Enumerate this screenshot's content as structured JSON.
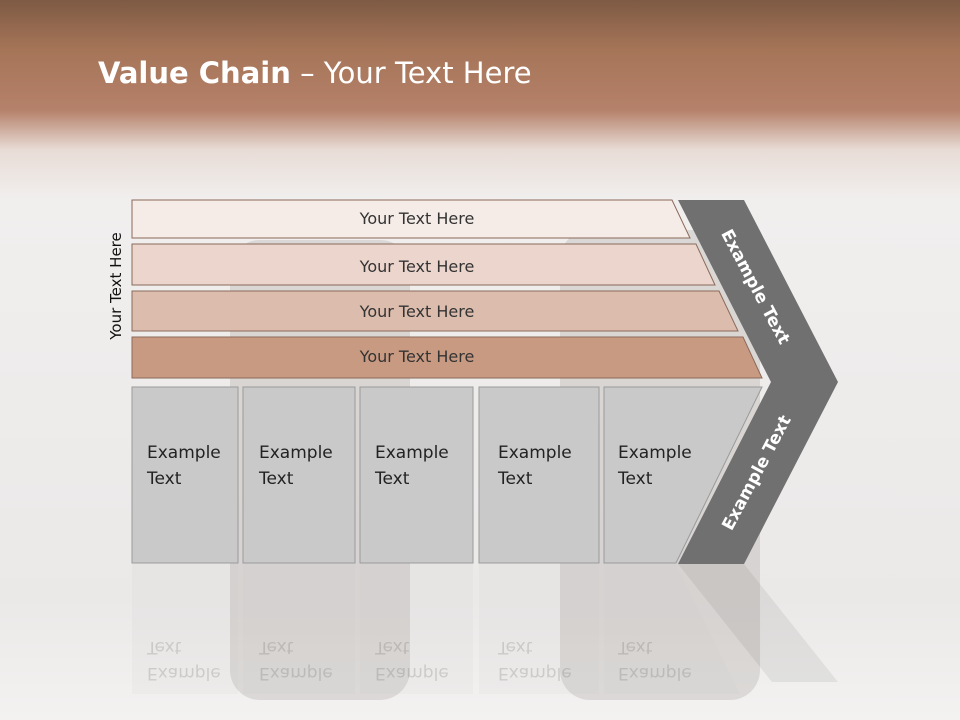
{
  "title": {
    "bold": "Value Chain",
    "rest": " – Your Text Here"
  },
  "vertical_label": "Your Text Here",
  "rows": [
    "Your Text Here",
    "Your Text Here",
    "Your Text Here",
    "Your Text Here"
  ],
  "boxes": [
    "Example\nText",
    "Example\nText",
    "Example\nText",
    "Example\nText",
    "Example\nText"
  ],
  "chevron_labels": {
    "top": "Example Text",
    "bottom": "Example Text"
  },
  "colors": {
    "row_fills": [
      "#f5ebe7",
      "#ebd5cc",
      "#dcbcad",
      "#c99a82"
    ],
    "box_fill": "#c9c9c9",
    "chevron_fill": "#707070",
    "header_brown": "#a67558"
  }
}
